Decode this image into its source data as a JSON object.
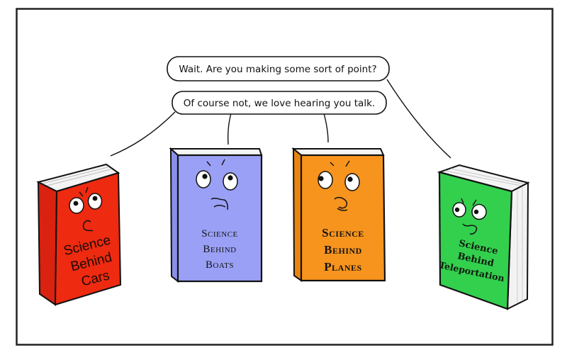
{
  "speech_bubbles": [
    {
      "id": "top",
      "text": "Wait. Are you making some sort of point?",
      "speaker": "teleportation"
    },
    {
      "id": "bottom",
      "text": "Of course not, we love hearing you talk.",
      "speaker": "cars-boats-planes"
    }
  ],
  "books": [
    {
      "id": "cars",
      "title_lines": [
        "Science",
        "Behind",
        "Cars"
      ],
      "color": "#ee2a10",
      "spine_color": "#d92210"
    },
    {
      "id": "boats",
      "title_lines": [
        "Science",
        "Behind",
        "Boats"
      ],
      "color": "#9aa0f5",
      "spine_color": "#8a90e8"
    },
    {
      "id": "planes",
      "title_lines": [
        "Science",
        "Behind",
        "Planes"
      ],
      "color": "#f7941d",
      "spine_color": "#e8850f"
    },
    {
      "id": "teleportation",
      "title_lines": [
        "Science",
        "Behind",
        "Teleportation"
      ],
      "color": "#33d04e",
      "spine_color": "#2cbf46"
    }
  ],
  "colors": {
    "frame": "#222222",
    "outline": "#111111",
    "pages": "#f4f4f4"
  }
}
